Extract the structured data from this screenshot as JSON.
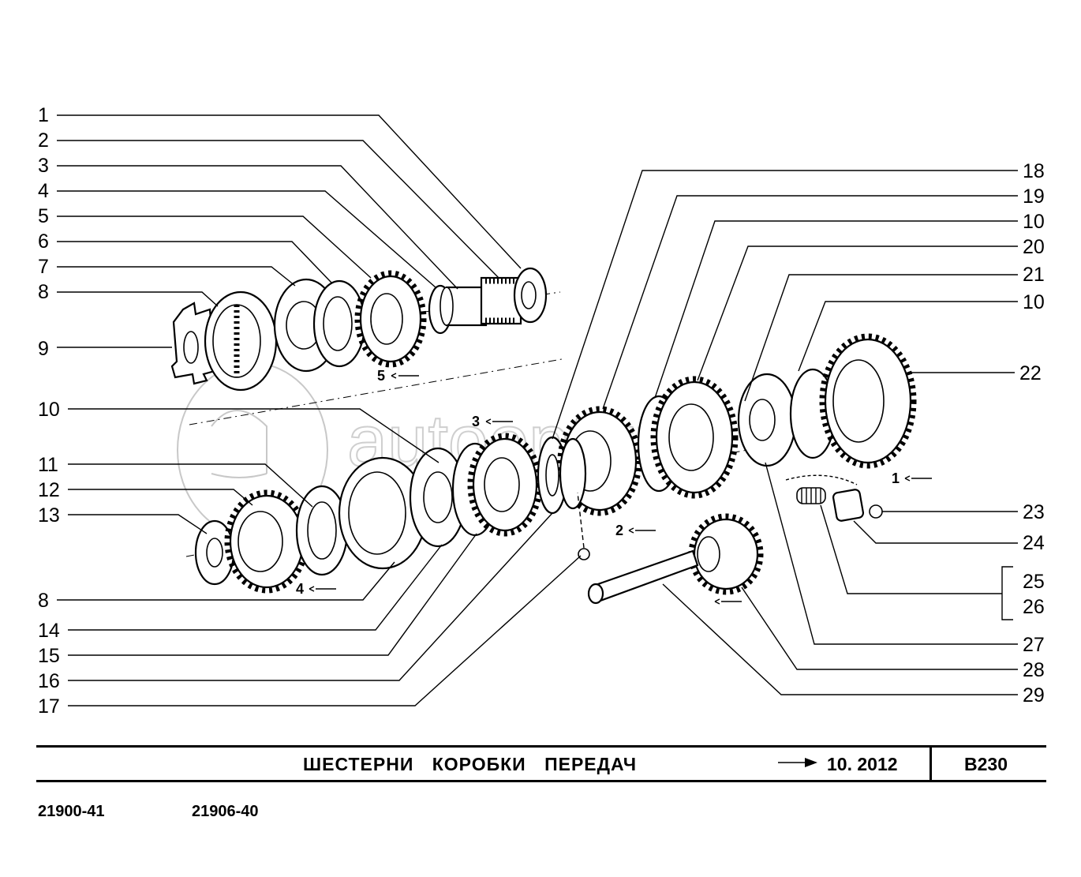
{
  "title": "ШЕСТЕРНИ   КОРОБКИ   ПЕРЕДАЧ",
  "date": "10. 2012",
  "code": "B230",
  "models": [
    "21900-41",
    "21906-40"
  ],
  "watermark": "autoopt.ru",
  "callouts": {
    "left": [
      "1",
      "2",
      "3",
      "4",
      "5",
      "6",
      "7",
      "8",
      "9",
      "10",
      "11",
      "12",
      "13",
      "8",
      "14",
      "15",
      "16",
      "17"
    ],
    "right": [
      "18",
      "19",
      "10",
      "20",
      "21",
      "10",
      "22",
      "23",
      "24",
      "25",
      "26",
      "27",
      "28",
      "29"
    ]
  },
  "gear_labels": [
    "5",
    "3",
    "4",
    "2",
    "1"
  ]
}
